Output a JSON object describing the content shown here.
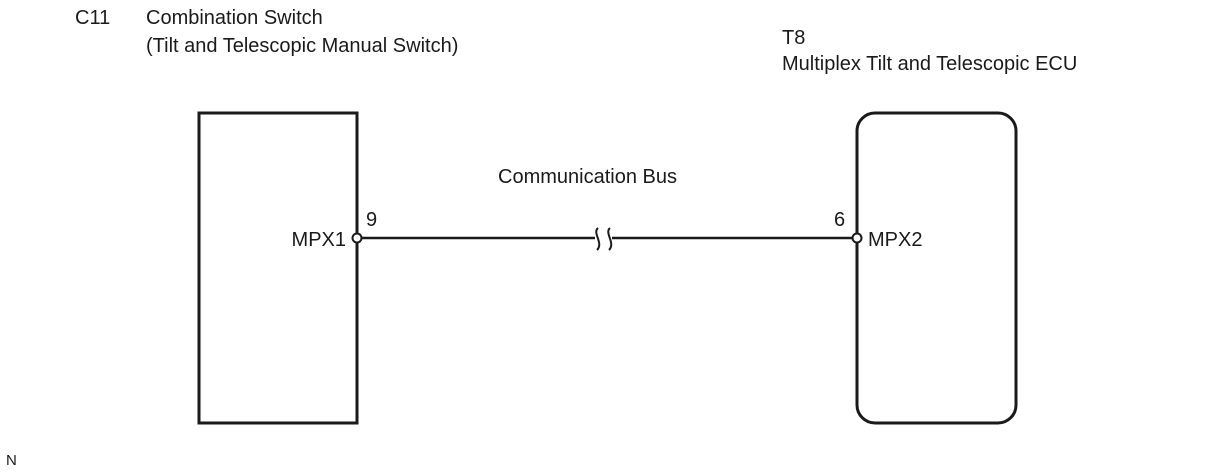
{
  "left_component": {
    "code": "C11",
    "name": "Combination Switch",
    "subtitle": "(Tilt and Telescopic Manual Switch)",
    "pin_label": "MPX1",
    "pin_number": "9"
  },
  "right_component": {
    "code": "T8",
    "name": "Multiplex Tilt and Telescopic ECU",
    "pin_label": "MPX2",
    "pin_number": "6"
  },
  "connection": {
    "label": "Communication Bus"
  },
  "corner_mark": "N",
  "colors": {
    "line": "#1a1a1a",
    "background": "#ffffff"
  }
}
